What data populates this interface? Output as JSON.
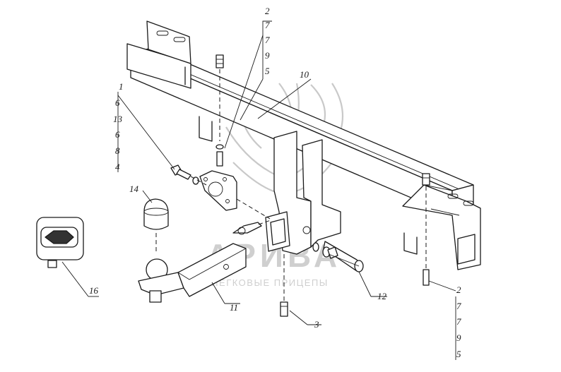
{
  "watermark": {
    "brand": "АРИВА",
    "tagline": "ЛЕГКОВЫЕ ПРИЦЕПЫ"
  },
  "callouts": {
    "top_stack": [
      "2",
      "7",
      "7",
      "9",
      "5"
    ],
    "left_stack": [
      "1",
      "6",
      "13",
      "6",
      "8",
      "4"
    ],
    "right_stack": [
      "2",
      "7",
      "7",
      "9",
      "5"
    ],
    "beam": "10",
    "ball_cap": "14",
    "control_unit": "16",
    "ball_mount": "11",
    "bolt": "3",
    "pin": "12"
  }
}
